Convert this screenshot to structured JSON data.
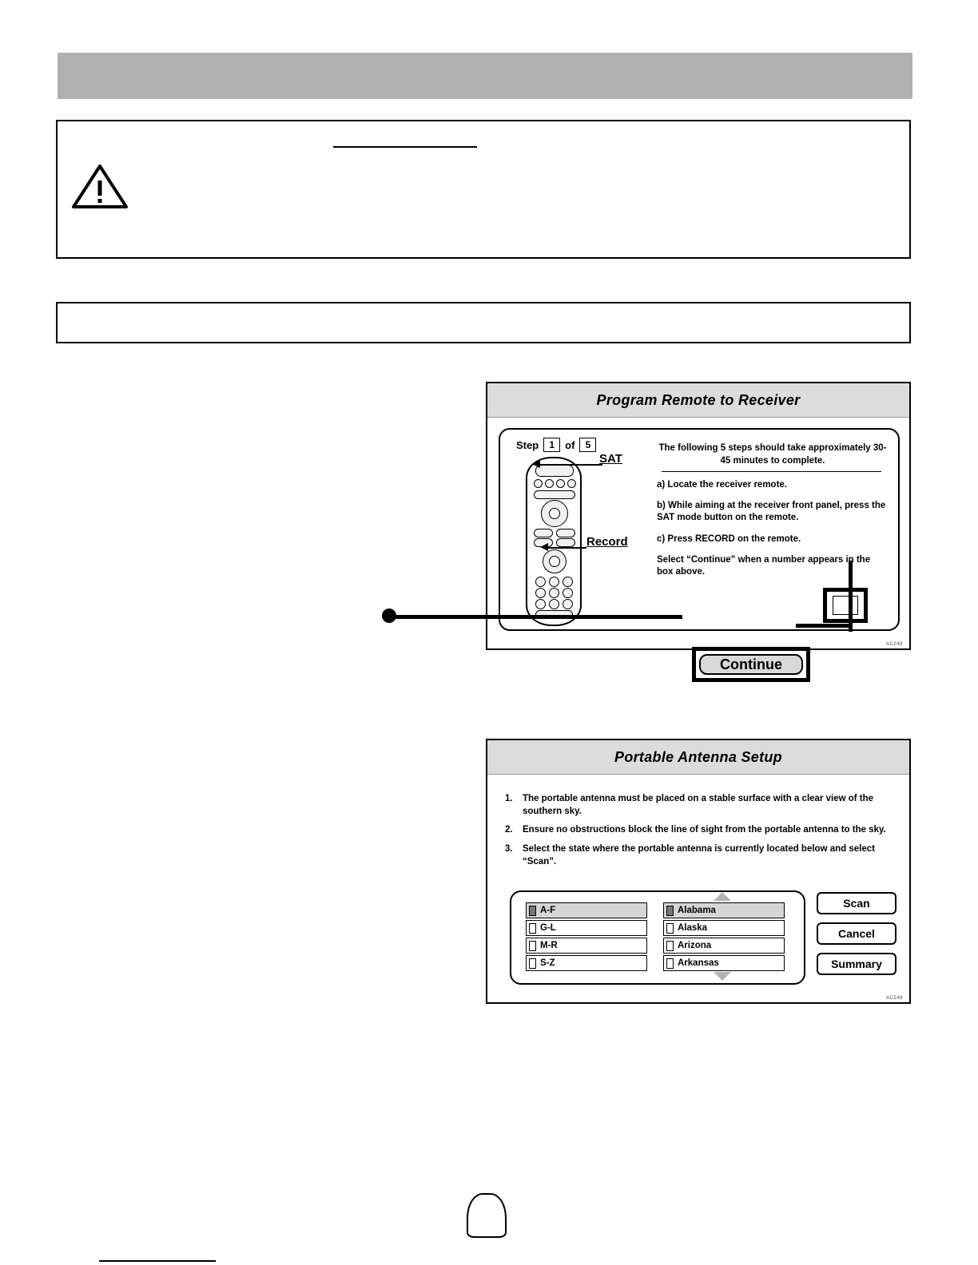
{
  "page": {
    "banner_text": "",
    "warning": {
      "heading": "",
      "body": "",
      "icon": "warning-triangle-icon"
    },
    "note": {
      "text": ""
    }
  },
  "screen1": {
    "title": "Program Remote to Receiver",
    "code": "AC249",
    "step": {
      "label_step": "Step",
      "current": "1",
      "label_of": "of",
      "total": "5"
    },
    "callouts": {
      "sat": "SAT",
      "record": "Record"
    },
    "intro": "The following 5 steps should take approximately 30-45 minutes to complete.",
    "steps": [
      "a) Locate the receiver remote.",
      "b) While aiming at the receiver front panel, press the SAT mode button on the remote.",
      "c) Press RECORD on the remote.",
      "Select “Continue” when a number appears in the box above."
    ],
    "number_box_value": "",
    "continue_label": "Continue"
  },
  "screen2": {
    "title": "Portable Antenna Setup",
    "code": "AC248",
    "items": [
      {
        "num": "1.",
        "text": "The portable antenna must be placed on a stable surface with a clear view of the southern sky."
      },
      {
        "num": "2.",
        "text": "Ensure no obstructions block the line of sight from the portable antenna to the sky."
      },
      {
        "num": "3.",
        "text": "Select the state where the portable antenna is currently located below and select “Scan”."
      }
    ],
    "range_options": [
      {
        "label": "A-F",
        "selected": true
      },
      {
        "label": "G-L",
        "selected": false
      },
      {
        "label": "M-R",
        "selected": false
      },
      {
        "label": "S-Z",
        "selected": false
      }
    ],
    "state_options": [
      {
        "label": "Alabama",
        "selected": true
      },
      {
        "label": "Alaska",
        "selected": false
      },
      {
        "label": "Arizona",
        "selected": false
      },
      {
        "label": "Arkansas",
        "selected": false
      }
    ],
    "buttons": [
      {
        "label": "Scan"
      },
      {
        "label": "Cancel"
      },
      {
        "label": "Summary"
      }
    ],
    "scroll_up_icon": "triangle-up-icon",
    "scroll_down_icon": "triangle-down-icon"
  },
  "colors": {
    "banner": "#b0b0b0",
    "title_bar": "#dcdcdc",
    "selected_row": "#d6d6d6",
    "button_face": "#d9d9d9"
  }
}
